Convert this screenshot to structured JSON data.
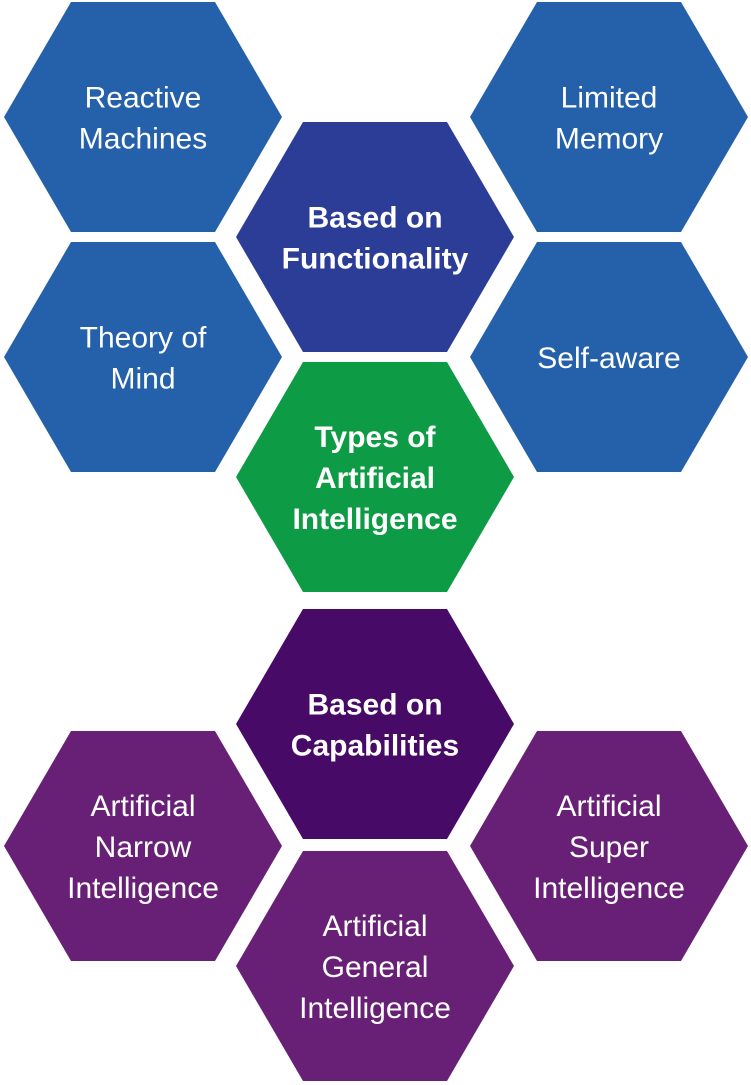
{
  "colors": {
    "blue": "#2560aa",
    "dark_blue": "#2b3d97",
    "green": "#0e9b45",
    "dark_purple": "#470a66",
    "purple": "#682077",
    "text": "#ffffff"
  },
  "hexagons": [
    {
      "id": "reactive-machines",
      "lines": [
        "Reactive",
        "Machines"
      ],
      "color": "blue",
      "bold": false
    },
    {
      "id": "limited-memory",
      "lines": [
        "Limited",
        "Memory"
      ],
      "color": "blue",
      "bold": false
    },
    {
      "id": "based-on-functionality",
      "lines": [
        "Based on",
        "Functionality"
      ],
      "color": "dark_blue",
      "bold": true
    },
    {
      "id": "theory-of-mind",
      "lines": [
        "Theory of",
        "Mind"
      ],
      "color": "blue",
      "bold": false
    },
    {
      "id": "self-aware",
      "lines": [
        "Self-aware"
      ],
      "color": "blue",
      "bold": false
    },
    {
      "id": "types-of-ai",
      "lines": [
        "Types of",
        "Artificial",
        "Intelligence"
      ],
      "color": "green",
      "bold": true
    },
    {
      "id": "based-on-capabilities",
      "lines": [
        "Based on",
        "Capabilities"
      ],
      "color": "dark_purple",
      "bold": true
    },
    {
      "id": "artificial-narrow-intelligence",
      "lines": [
        "Artificial",
        "Narrow",
        "Intelligence"
      ],
      "color": "purple",
      "bold": false
    },
    {
      "id": "artificial-super-intelligence",
      "lines": [
        "Artificial",
        "Super",
        "Intelligence"
      ],
      "color": "purple",
      "bold": false
    },
    {
      "id": "artificial-general-intelligence",
      "lines": [
        "Artificial",
        "General",
        "Intelligence"
      ],
      "color": "purple",
      "bold": false
    }
  ]
}
